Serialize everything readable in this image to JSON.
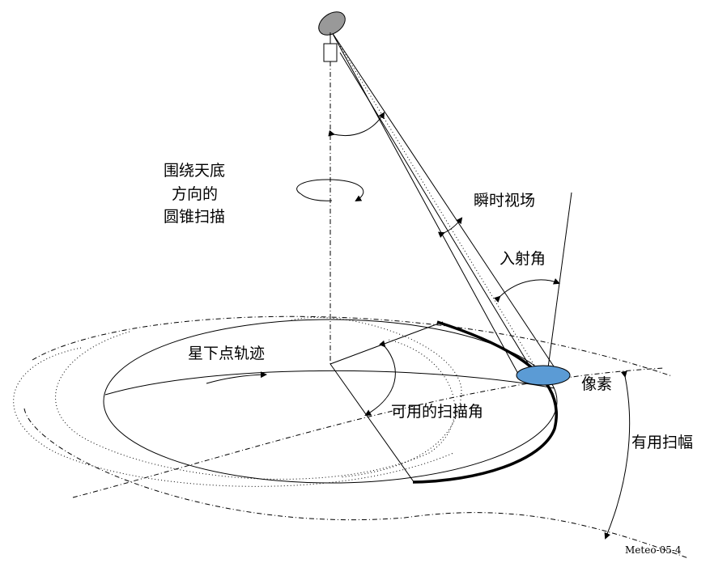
{
  "labels": {
    "conical_scan_line1": "围绕天底",
    "conical_scan_line2": "方向的",
    "conical_scan_line3": "圆锥扫描",
    "ifov": "瞬时视场",
    "incidence_angle": "入射角",
    "subsatellite_track": "星下点轨迹",
    "pixel": "像素",
    "usable_scan_angle": "可用的扫描角",
    "useful_swath": "有用扫幅"
  },
  "footer": "Meteo-05-4",
  "colors": {
    "pixel_fill": "#5b9bd5",
    "antenna_fill": "#999999"
  }
}
